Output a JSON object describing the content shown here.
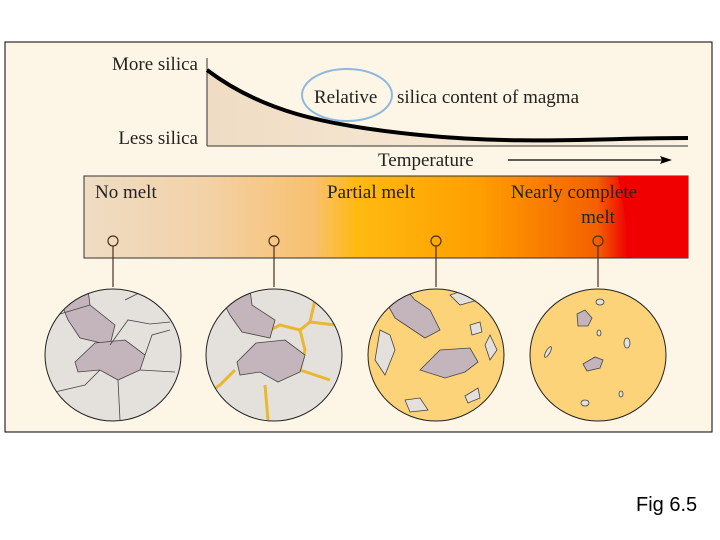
{
  "diagram": {
    "y_axis": {
      "top_label": "More silica",
      "bottom_label": "Less silica"
    },
    "curve_label_highlight": "Relative",
    "curve_label_rest": "silica content of magma",
    "x_axis_label": "Temperature",
    "melt_bar": {
      "stages": [
        {
          "label": "No melt"
        },
        {
          "label": "Partial melt"
        },
        {
          "label": "Nearly complete",
          "label2": "melt"
        }
      ]
    },
    "colors": {
      "panel": "#fdf6e6",
      "crystal_light": "#e4e0dc",
      "crystal_dark": "#c4b4bc",
      "melt": "#fdd37a",
      "red": "#f00000",
      "highlight_circle": "#8fb8e0"
    }
  },
  "caption": "Fig 6.5"
}
